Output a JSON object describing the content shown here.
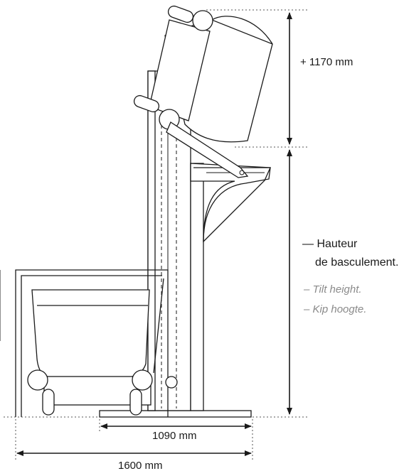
{
  "dimensions": {
    "lift_height": "+ 1170 mm",
    "base_width": "1090 mm",
    "total_width": "1600 mm"
  },
  "tilt_label": {
    "fr_line1": "— Hauteur",
    "fr_line2": "de basculement.",
    "en": "– Tilt height.",
    "nl": "– Kip hoogte."
  }
}
